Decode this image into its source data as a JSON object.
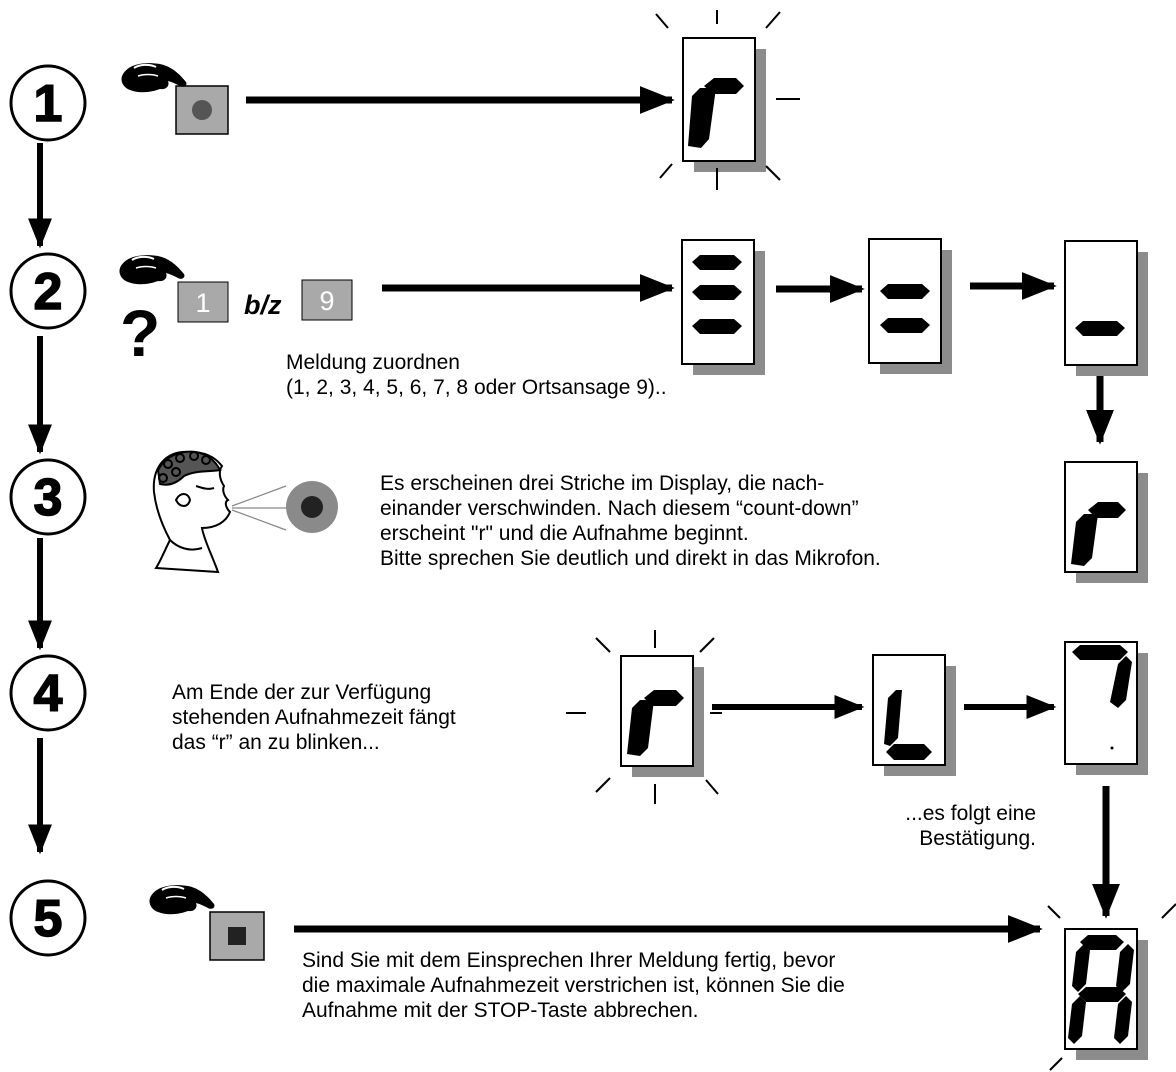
{
  "steps": [
    "1",
    "2",
    "3",
    "4",
    "5"
  ],
  "step2": {
    "key_first": "1",
    "separator": "b/z",
    "key_last": "9",
    "note_line1": "Meldung zuordnen",
    "note_line2": "(1, 2, 3, 4, 5, 6, 7, 8 oder Ortsansage 9).."
  },
  "step3": {
    "lines": [
      "Es erscheinen drei Striche im Display, die nach-",
      "einander verschwinden. Nach diesem “count-down”",
      "erscheint \"r\" und die Aufnahme beginnt.",
      "Bitte sprechen Sie deutlich und direkt in das Mikrofon."
    ]
  },
  "step4": {
    "lines": [
      "Am Ende der zur Verfügung",
      "stehenden Aufnahmezeit fängt",
      "das “r” an zu blinken..."
    ],
    "confirm_lines": [
      "...es folgt eine",
      "Bestätigung."
    ]
  },
  "step5": {
    "lines": [
      "Sind Sie  mit dem Einsprechen Ihrer Meldung fertig, bevor",
      "die maximale Aufnahmezeit verstrichen ist, können Sie die",
      "Aufnahme mit der STOP-Taste abbrechen."
    ]
  },
  "question_mark": "?",
  "icons": [
    "record-button-icon",
    "pointing-hand-icon",
    "question-mark-icon",
    "speaking-head-icon",
    "microphone-icon",
    "stop-button-icon",
    "seven-segment-display"
  ],
  "colors": {
    "ink": "#000000",
    "button_gray": "#a9a9a9",
    "shadow_gray": "#8c8c8c",
    "mic_gray": "#8a8a8a"
  }
}
